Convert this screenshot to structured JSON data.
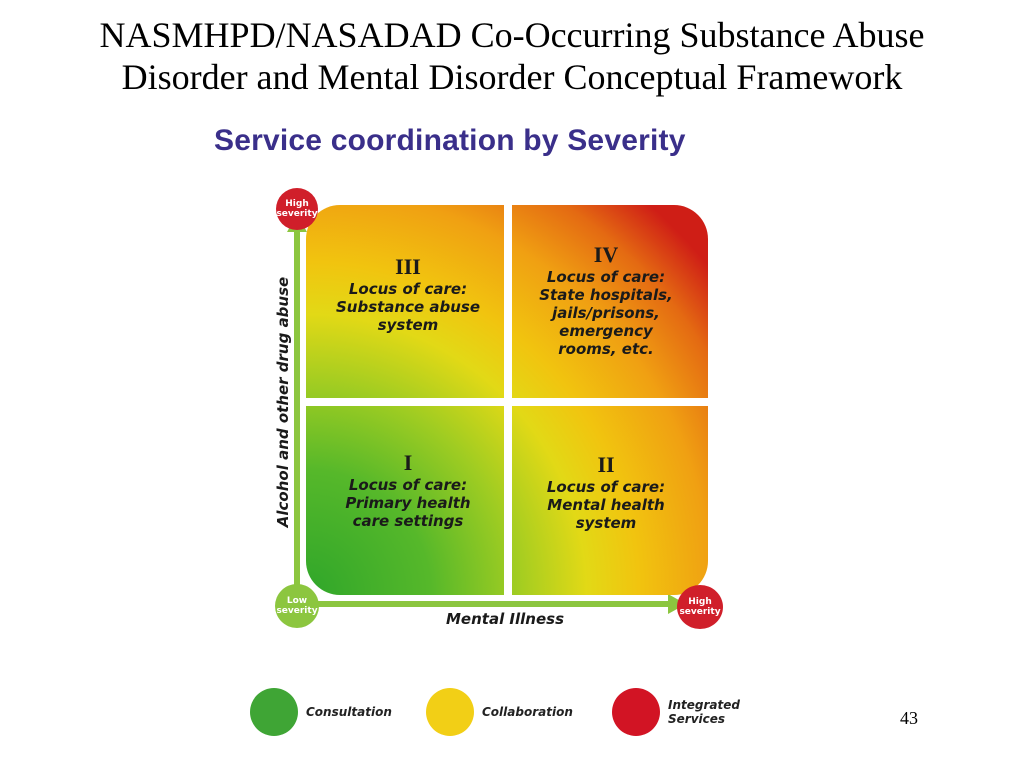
{
  "slide": {
    "title_line1": "NASMHPD/NASADAD Co-Occurring Substance Abuse",
    "title_line2": "Disorder and Mental Disorder Conceptual Framework",
    "page_number": "43"
  },
  "diagram": {
    "title": "Service coordination by Severity",
    "quadrants": {
      "III": {
        "numeral": "III",
        "text": "Locus of care:\nSubstance abuse\nsystem"
      },
      "IV": {
        "numeral": "IV",
        "text": "Locus of care:\nState hospitals,\njails/prisons,\nemergency\nrooms, etc."
      },
      "I": {
        "numeral": "I",
        "text": "Locus of care:\nPrimary health\ncare settings"
      },
      "II": {
        "numeral": "II",
        "text": "Locus of care:\nMental health\nsystem"
      }
    },
    "y_axis": {
      "label": "Alcohol and other drug abuse",
      "top_label": "High\nseverity"
    },
    "x_axis": {
      "label": "Mental Illness",
      "end_label": "High\nseverity"
    },
    "origin_label": "Low\nseverity",
    "colors": {
      "high": "#d01f2a",
      "low": "#8cc63f",
      "axis": "#8cc63f",
      "title": "#3a2f8a"
    }
  },
  "legend": [
    {
      "label": "Consultation",
      "color": "#3fa535"
    },
    {
      "label": "Collaboration",
      "color": "#f2cf16"
    },
    {
      "label": "Integrated\nServices",
      "color": "#d21424"
    }
  ]
}
